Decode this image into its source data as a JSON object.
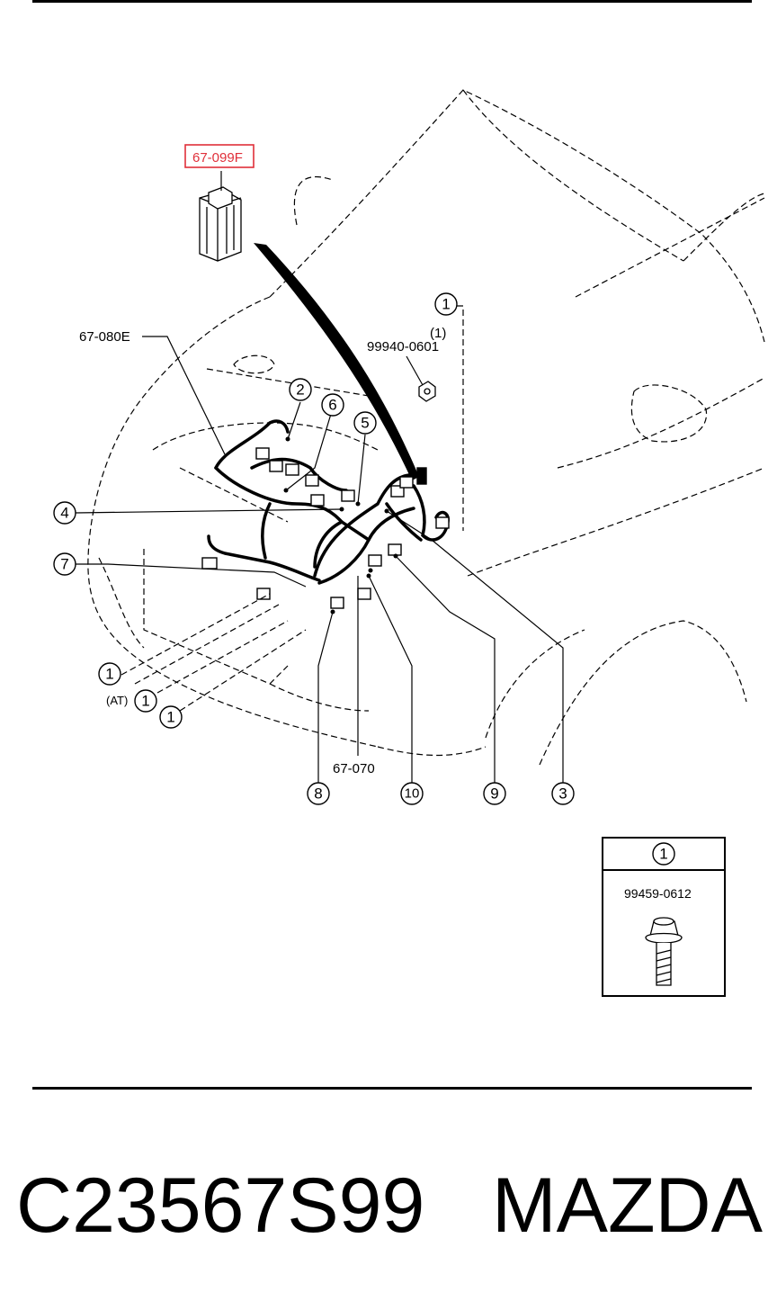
{
  "parts": {
    "highlighted": "67-099F",
    "harness_front": "67-080E",
    "nut": "99940-0601",
    "nut_qty": "(1)",
    "harness_main": "67-070",
    "bolt": "99459-0612",
    "at_note": "(AT)"
  },
  "callouts": {
    "c1": "1",
    "c2": "2",
    "c3": "3",
    "c4": "4",
    "c5": "5",
    "c6": "6",
    "c7": "7",
    "c8": "8",
    "c9": "9",
    "c10": "10"
  },
  "legend_box": {
    "index": "1",
    "part": "99459-0612"
  },
  "footer": {
    "code": "C23567S99",
    "brand": "MAZDA"
  },
  "colors": {
    "highlight": "#e0303a"
  }
}
